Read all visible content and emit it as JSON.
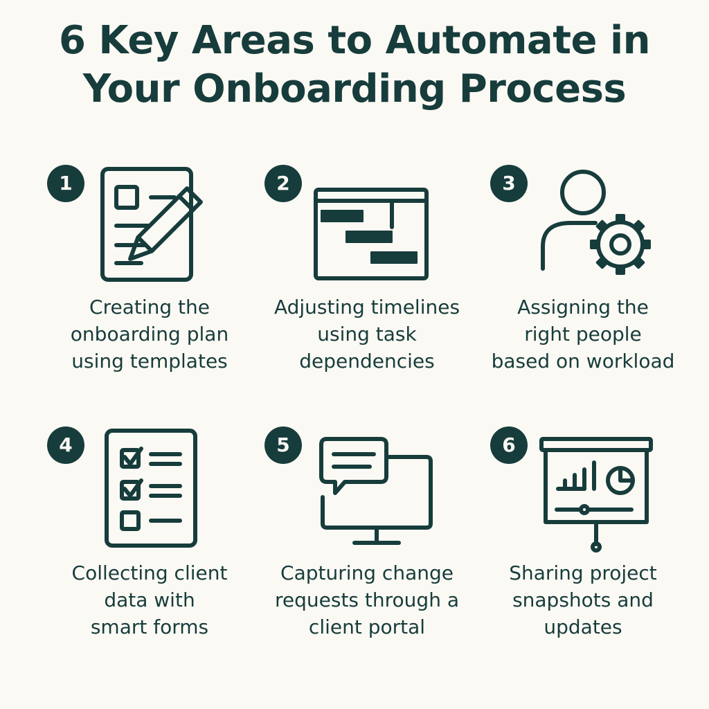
{
  "title": {
    "line1": "6 Key Areas to Automate in",
    "line2": "Your Onboarding Process"
  },
  "colors": {
    "background": "#fbf9f3",
    "primary": "#173c3c"
  },
  "steps": [
    {
      "number": "1",
      "icon": "document-pencil-icon",
      "lines": [
        "Creating the",
        "onboarding plan",
        "using templates"
      ]
    },
    {
      "number": "2",
      "icon": "gantt-chart-icon",
      "lines": [
        "Adjusting timelines",
        "using task",
        "dependencies"
      ]
    },
    {
      "number": "3",
      "icon": "person-gear-icon",
      "lines": [
        "Assigning the",
        "right people",
        "based on workload"
      ]
    },
    {
      "number": "4",
      "icon": "checklist-icon",
      "lines": [
        "Collecting client",
        "data with",
        "smart forms"
      ]
    },
    {
      "number": "5",
      "icon": "monitor-chat-icon",
      "lines": [
        "Capturing change",
        "requests through a",
        "client portal"
      ]
    },
    {
      "number": "6",
      "icon": "presentation-board-icon",
      "lines": [
        "Sharing project",
        "snapshots and",
        "updates"
      ]
    }
  ]
}
